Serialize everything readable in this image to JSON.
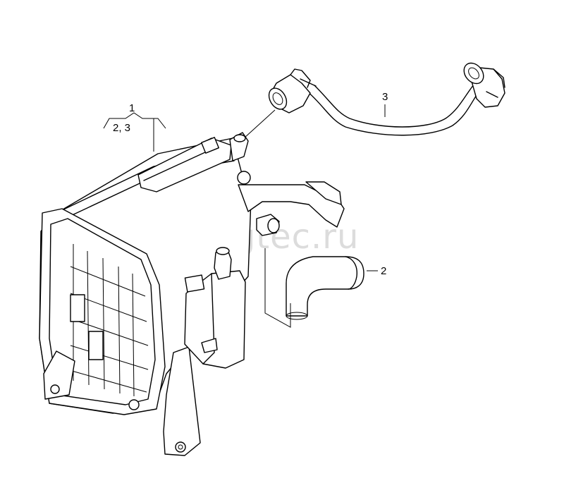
{
  "watermark": "vagtec.ru",
  "callouts": {
    "main_part": "1",
    "included_parts": "2, 3",
    "hose_short": "2",
    "hose_long": "3"
  }
}
